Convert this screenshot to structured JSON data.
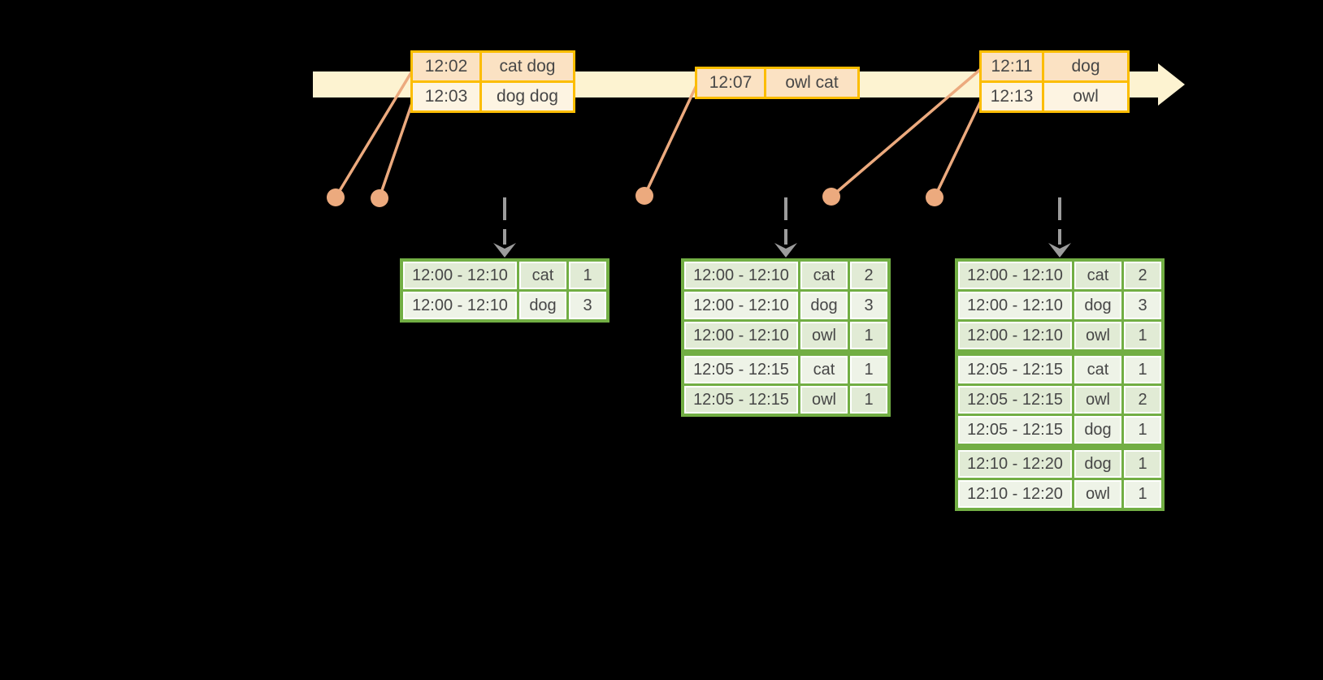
{
  "diagram_title": "windowed-grouped-aggregation-stream",
  "colors": {
    "background": "#000000",
    "timeline_band": "#fdf3d1",
    "gold_border": "#fcbd00",
    "event_row_dark": "#fbe2c3",
    "event_row_light": "#fdf4e2",
    "salmon_connector": "#ecaa7e",
    "gray_arrow": "#9c9c9c",
    "green_border": "#72ae44",
    "result_row_dark": "#e1ebd5",
    "result_row_light": "#eef3e7",
    "text": "#474747"
  },
  "timeline": {
    "event_tables": [
      {
        "rows": [
          {
            "time": "12:02",
            "words": "cat dog"
          },
          {
            "time": "12:03",
            "words": "dog dog"
          }
        ]
      },
      {
        "rows": [
          {
            "time": "12:07",
            "words": "owl cat"
          }
        ]
      },
      {
        "rows": [
          {
            "time": "12:11",
            "words": "dog"
          },
          {
            "time": "12:13",
            "words": "owl"
          }
        ]
      }
    ]
  },
  "result_tables": [
    {
      "rows": [
        [
          "12:00 - 12:10",
          "cat",
          "1"
        ],
        [
          "12:00 - 12:10",
          "dog",
          "3"
        ]
      ],
      "group_breaks": []
    },
    {
      "rows": [
        [
          "12:00 - 12:10",
          "cat",
          "2"
        ],
        [
          "12:00 - 12:10",
          "dog",
          "3"
        ],
        [
          "12:00 - 12:10",
          "owl",
          "1"
        ],
        [
          "12:05 - 12:15",
          "cat",
          "1"
        ],
        [
          "12:05 - 12:15",
          "owl",
          "1"
        ]
      ],
      "group_breaks": [
        3
      ]
    },
    {
      "rows": [
        [
          "12:00 - 12:10",
          "cat",
          "2"
        ],
        [
          "12:00 - 12:10",
          "dog",
          "3"
        ],
        [
          "12:00 - 12:10",
          "owl",
          "1"
        ],
        [
          "12:05 - 12:15",
          "cat",
          "1"
        ],
        [
          "12:05 - 12:15",
          "owl",
          "2"
        ],
        [
          "12:05 - 12:15",
          "dog",
          "1"
        ],
        [
          "12:10 - 12:20",
          "dog",
          "1"
        ],
        [
          "12:10 - 12:20",
          "owl",
          "1"
        ]
      ],
      "group_breaks": [
        3,
        6
      ]
    }
  ]
}
